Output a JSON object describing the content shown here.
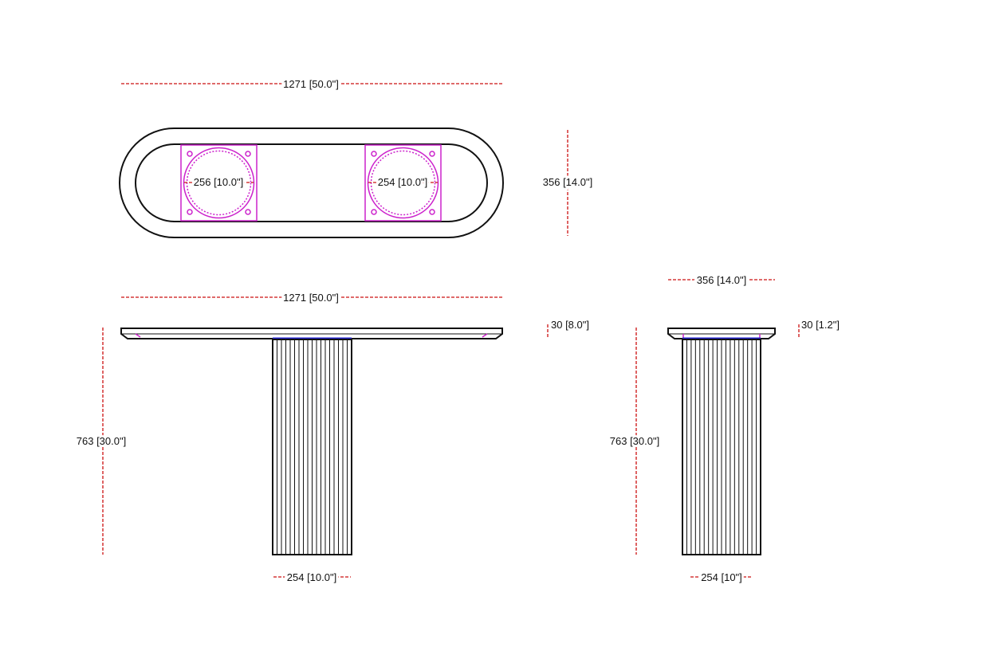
{
  "colors": {
    "line": "#111111",
    "dimension": "#cc1111",
    "base_plate": "#cc22cc",
    "pedestal_top": "#2222cc"
  },
  "top_view": {
    "overall_length": "1271 [50.0\"]",
    "depth": "356 [14.0\"]",
    "left_base_diameter": "256 [10.0\"]",
    "right_base_diameter": "254 [10.0\"]"
  },
  "front_view": {
    "overall_length": "1271 [50.0\"]",
    "top_thickness": "30 [8.0\"]",
    "height": "763 [30.0\"]",
    "pedestal_width": "254 [10.0\"]"
  },
  "side_view": {
    "depth": "356 [14.0\"]",
    "top_thickness": "30 [1.2\"]",
    "height": "763 [30.0\"]",
    "pedestal_width": "254 [10\"]"
  }
}
